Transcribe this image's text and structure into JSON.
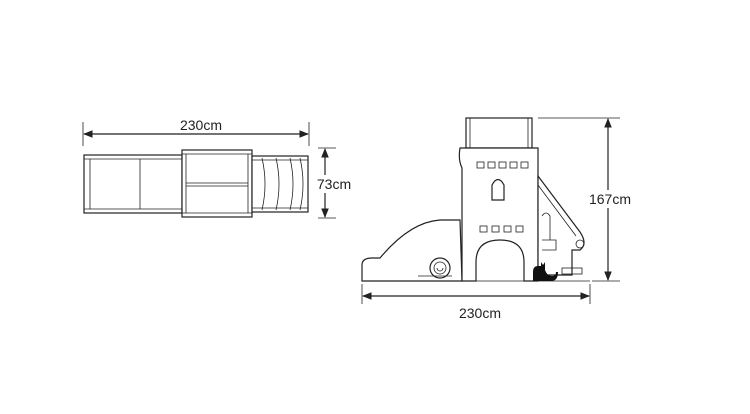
{
  "top_view": {
    "width_label": "230cm",
    "depth_label": "73cm"
  },
  "side_view": {
    "height_label": "167cm",
    "width_label": "230cm"
  }
}
